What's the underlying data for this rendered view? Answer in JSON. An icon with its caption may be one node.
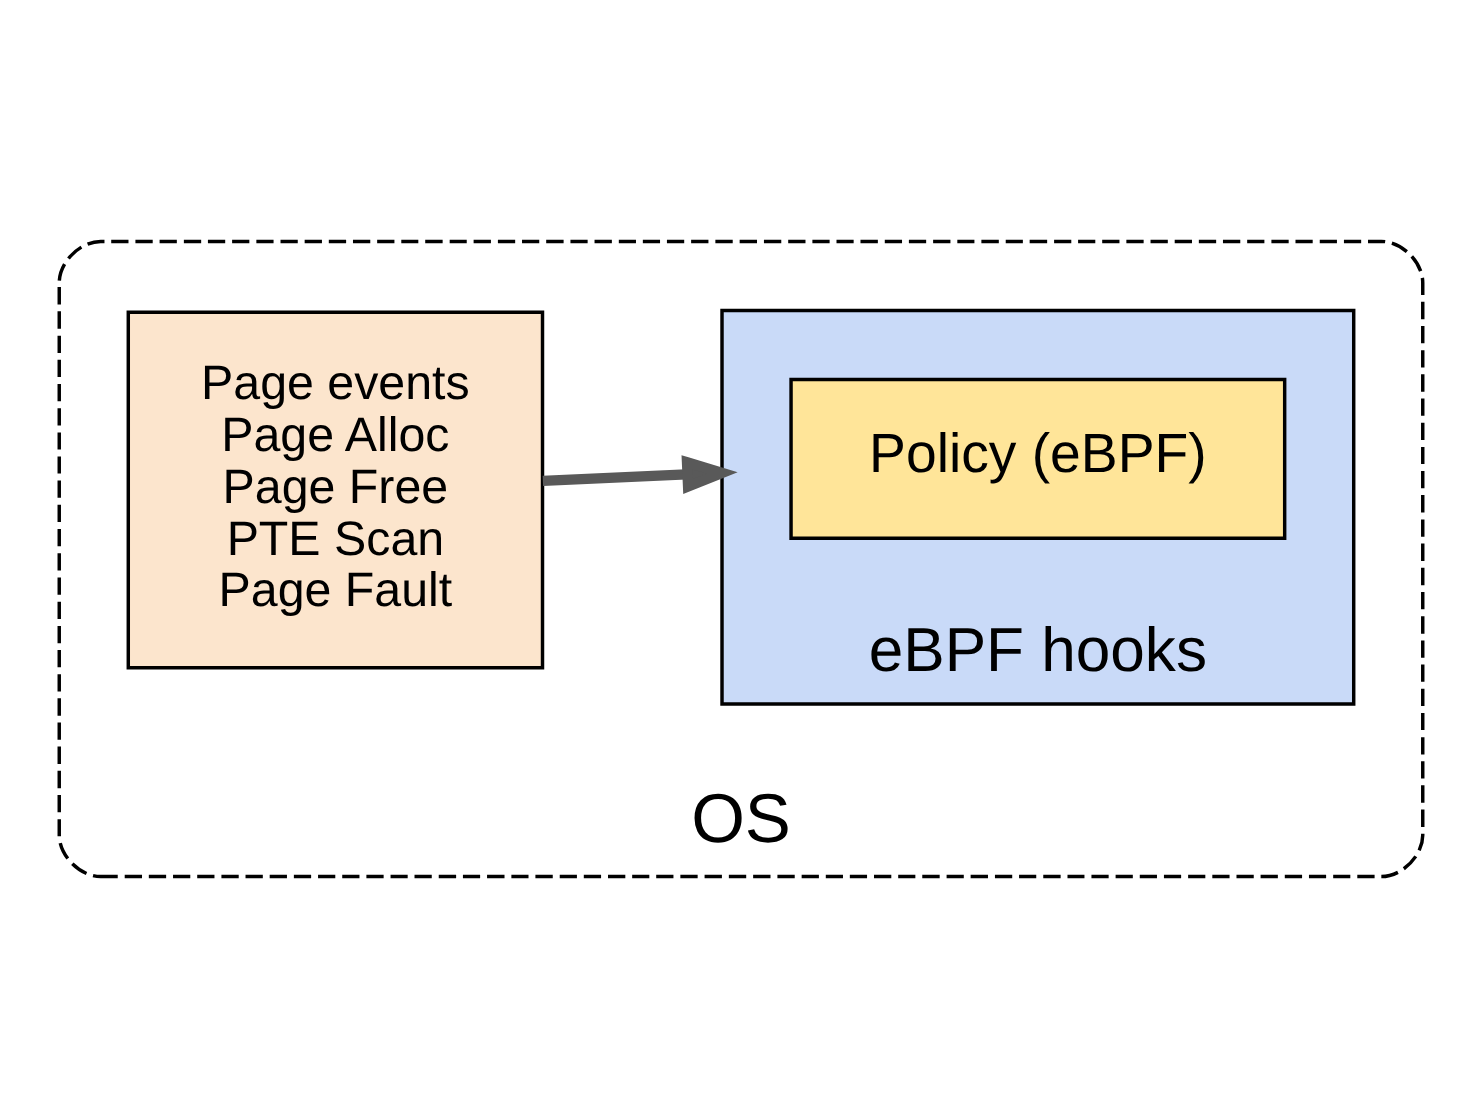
{
  "diagram": {
    "nodes": [
      {
        "text": [
          "OS"
        ]
      },
      {
        "text": [
          "Page events",
          "Page Alloc",
          "Page Free",
          "PTE Scan",
          "Page Fault"
        ],
        "in": 0
      },
      {
        "text": [
          "eBPF hooks"
        ],
        "in": 0
      },
      {
        "text": [
          "Policy (eBPF)"
        ],
        "in": 2
      }
    ],
    "edges": [
      {
        "from": 1,
        "to": 2,
        "arrow": "to"
      }
    ]
  }
}
